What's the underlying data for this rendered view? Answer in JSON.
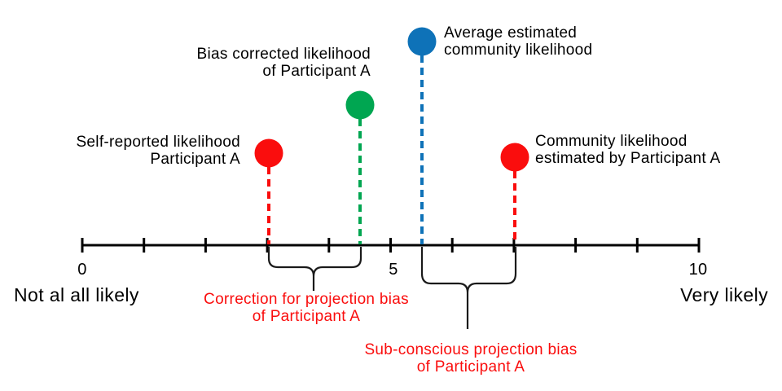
{
  "colors": {
    "red": "#fa0d0d",
    "green": "#00a651",
    "blue": "#0e72b8",
    "black": "#000000"
  },
  "axis": {
    "min": 0,
    "max": 10,
    "tick_labels": {
      "start": "0",
      "middle": "5",
      "end": "10"
    },
    "left_caption": "Not al all likely",
    "right_caption": "Very likely"
  },
  "markers": {
    "self_reported": {
      "value": 3,
      "color": "red",
      "label_line1": "Self-reported likelihood",
      "label_line2": "Participant A"
    },
    "bias_corrected": {
      "value": 4.5,
      "color": "green",
      "label_line1": "Bias corrected likelihood",
      "label_line2": "of Participant A"
    },
    "average_community": {
      "value": 5.5,
      "color": "blue",
      "label_line1": "Average estimated",
      "label_line2": "community likelihood"
    },
    "community_estimated": {
      "value": 7,
      "color": "red",
      "label_line1": "Community likelihood",
      "label_line2": "estimated by Participant A"
    }
  },
  "annotations": {
    "correction": {
      "from": 3,
      "to": 4.5,
      "label_line1": "Correction for projection bias",
      "label_line2": "of Participant A"
    },
    "projection_bias": {
      "from": 5.5,
      "to": 7,
      "label_line1": "Sub-conscious projection bias",
      "label_line2": "of Participant A"
    }
  }
}
